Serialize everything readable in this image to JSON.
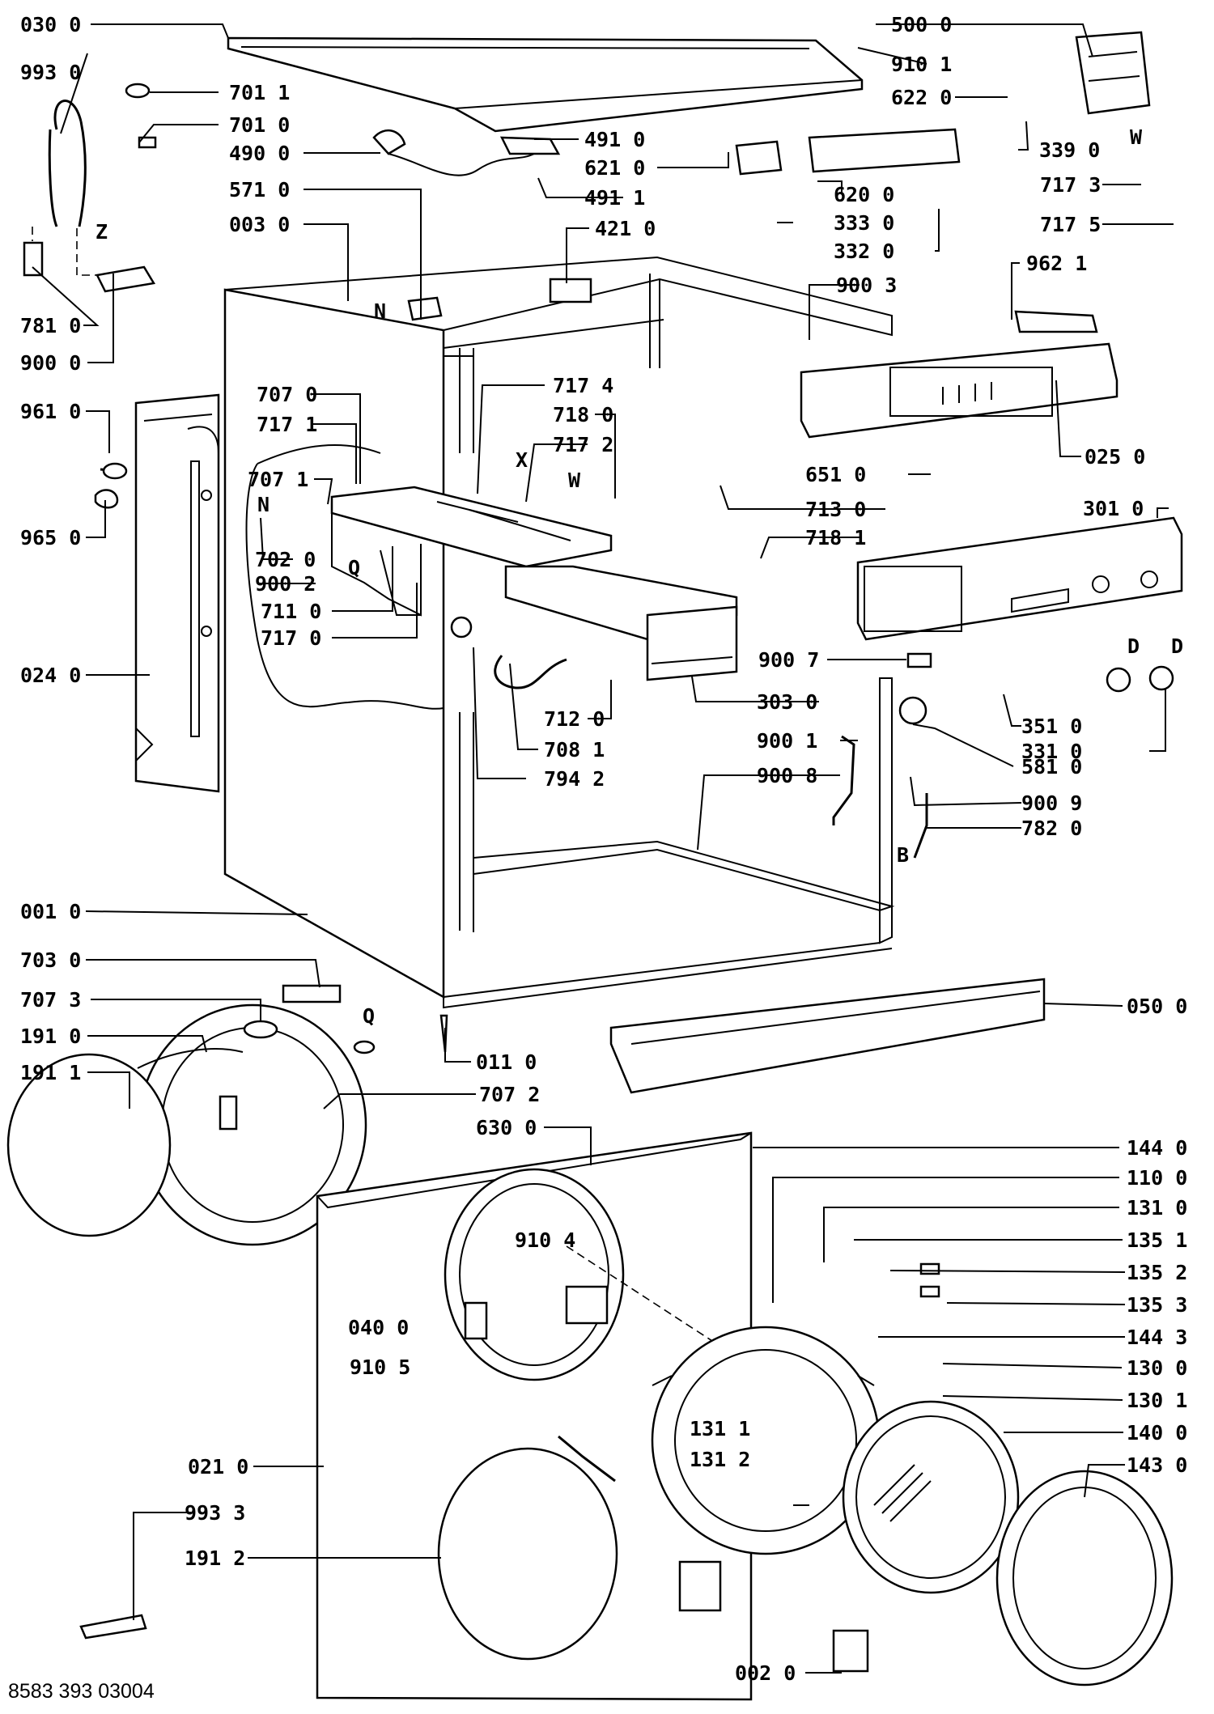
{
  "footer": {
    "code": "8583 393 03004"
  },
  "letters": [
    "Z",
    "N",
    "N",
    "X",
    "W",
    "W",
    "D",
    "D",
    "B",
    "Q",
    "Q"
  ],
  "parts": [
    {
      "num": "030 0"
    },
    {
      "num": "993 0"
    },
    {
      "num": "701 1"
    },
    {
      "num": "701 0"
    },
    {
      "num": "490 0"
    },
    {
      "num": "571 0"
    },
    {
      "num": "003 0"
    },
    {
      "num": "781 0"
    },
    {
      "num": "900 0"
    },
    {
      "num": "961 0"
    },
    {
      "num": "965 0"
    },
    {
      "num": "707 0"
    },
    {
      "num": "717 1"
    },
    {
      "num": "707 1"
    },
    {
      "num": "702 0"
    },
    {
      "num": "900 2"
    },
    {
      "num": "711 0"
    },
    {
      "num": "717 0"
    },
    {
      "num": "024 0"
    },
    {
      "num": "001 0"
    },
    {
      "num": "703 0"
    },
    {
      "num": "707 3"
    },
    {
      "num": "191 0"
    },
    {
      "num": "191 1"
    },
    {
      "num": "021 0"
    },
    {
      "num": "993 3"
    },
    {
      "num": "191 2"
    },
    {
      "num": "491 0"
    },
    {
      "num": "621 0"
    },
    {
      "num": "491 1"
    },
    {
      "num": "421 0"
    },
    {
      "num": "717 4"
    },
    {
      "num": "718 0"
    },
    {
      "num": "717 2"
    },
    {
      "num": "712 0"
    },
    {
      "num": "708 1"
    },
    {
      "num": "794 2"
    },
    {
      "num": "011 0"
    },
    {
      "num": "707 2"
    },
    {
      "num": "630 0"
    },
    {
      "num": "910 4"
    },
    {
      "num": "040 0"
    },
    {
      "num": "910 5"
    },
    {
      "num": "131 1"
    },
    {
      "num": "131 2"
    },
    {
      "num": "002 0"
    },
    {
      "num": "500 0"
    },
    {
      "num": "910 1"
    },
    {
      "num": "622 0"
    },
    {
      "num": "339 0"
    },
    {
      "num": "717 3"
    },
    {
      "num": "717 5"
    },
    {
      "num": "620 0"
    },
    {
      "num": "333 0"
    },
    {
      "num": "332 0"
    },
    {
      "num": "962 1"
    },
    {
      "num": "900 3"
    },
    {
      "num": "025 0"
    },
    {
      "num": "651 0"
    },
    {
      "num": "713 0"
    },
    {
      "num": "718 1"
    },
    {
      "num": "301 0"
    },
    {
      "num": "900 7"
    },
    {
      "num": "303 0"
    },
    {
      "num": "351 0"
    },
    {
      "num": "331 0"
    },
    {
      "num": "900 1"
    },
    {
      "num": "581 0"
    },
    {
      "num": "900 9"
    },
    {
      "num": "900 8"
    },
    {
      "num": "782 0"
    },
    {
      "num": "050 0"
    },
    {
      "num": "144 0"
    },
    {
      "num": "110 0"
    },
    {
      "num": "131 0"
    },
    {
      "num": "135 1"
    },
    {
      "num": "135 2"
    },
    {
      "num": "135 3"
    },
    {
      "num": "144 3"
    },
    {
      "num": "130 0"
    },
    {
      "num": "130 1"
    },
    {
      "num": "140 0"
    },
    {
      "num": "143 0"
    }
  ]
}
